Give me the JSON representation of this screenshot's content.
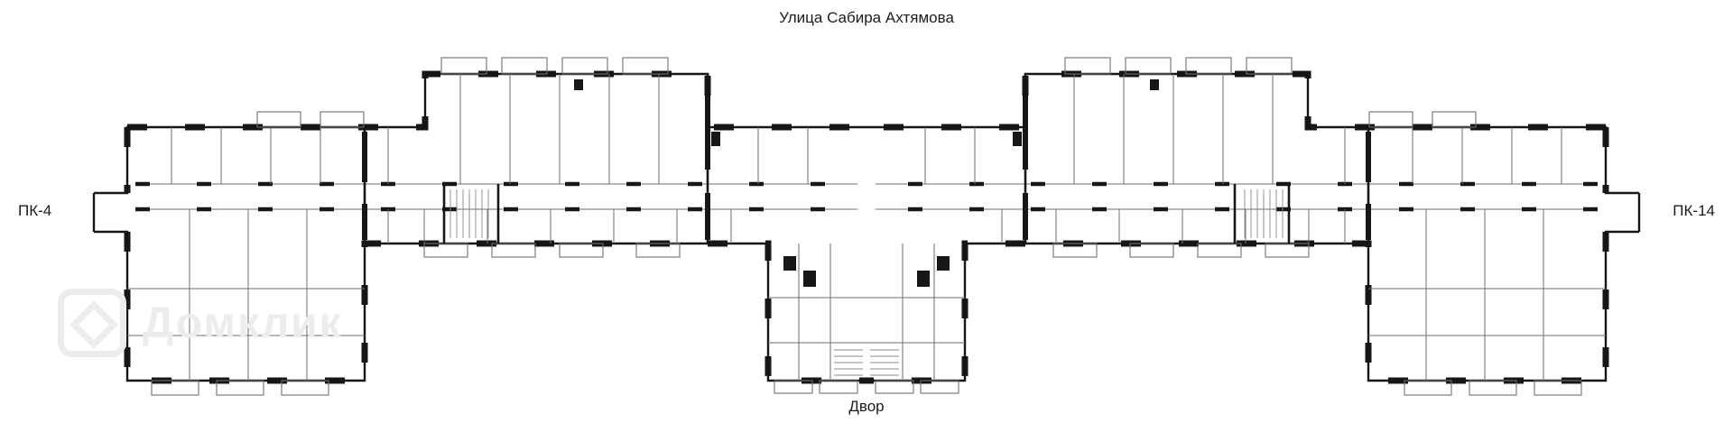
{
  "page": {
    "street_label": "Улица Сабира Ахтямова",
    "courtyard_label": "Двор",
    "left_marker": "ПК-4",
    "right_marker": "ПК-14"
  },
  "watermark": {
    "text": "Домклик"
  },
  "colors": {
    "wall": "#161616",
    "partition": "#6e6e6e",
    "label": "#1c1c1c",
    "watermark": "#ececec"
  }
}
